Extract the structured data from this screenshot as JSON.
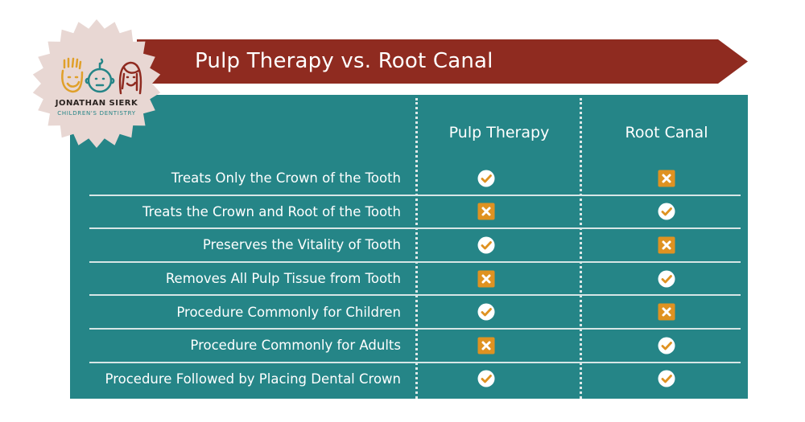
{
  "logo": {
    "name_line": "JONATHAN SIERK",
    "tagline": "CHILDREN'S DENTISTRY",
    "badge_color": "#e8d7d3",
    "face_colors": [
      "#e0a02a",
      "#258587",
      "#8f2a20"
    ]
  },
  "banner": {
    "title": "Pulp Therapy vs. Root Canal",
    "color": "#8f2b20"
  },
  "table": {
    "background": "#258587",
    "columns": [
      "Pulp Therapy",
      "Root Canal"
    ],
    "rows": [
      {
        "label": "Treats Only the Crown of the Tooth",
        "pulp": "check",
        "root": "x"
      },
      {
        "label": "Treats the Crown and Root of the Tooth",
        "pulp": "x",
        "root": "check"
      },
      {
        "label": "Preserves the Vitality of Tooth",
        "pulp": "check",
        "root": "x"
      },
      {
        "label": "Removes All Pulp Tissue from Tooth",
        "pulp": "x",
        "root": "check"
      },
      {
        "label": "Procedure Commonly for Children",
        "pulp": "check",
        "root": "x"
      },
      {
        "label": "Procedure Commonly for Adults",
        "pulp": "x",
        "root": "check"
      },
      {
        "label": "Procedure Followed by Placing Dental Crown",
        "pulp": "check",
        "root": "check"
      }
    ],
    "icons": {
      "check": "check-circle-icon",
      "x": "x-square-icon",
      "accent": "#df9221"
    }
  }
}
